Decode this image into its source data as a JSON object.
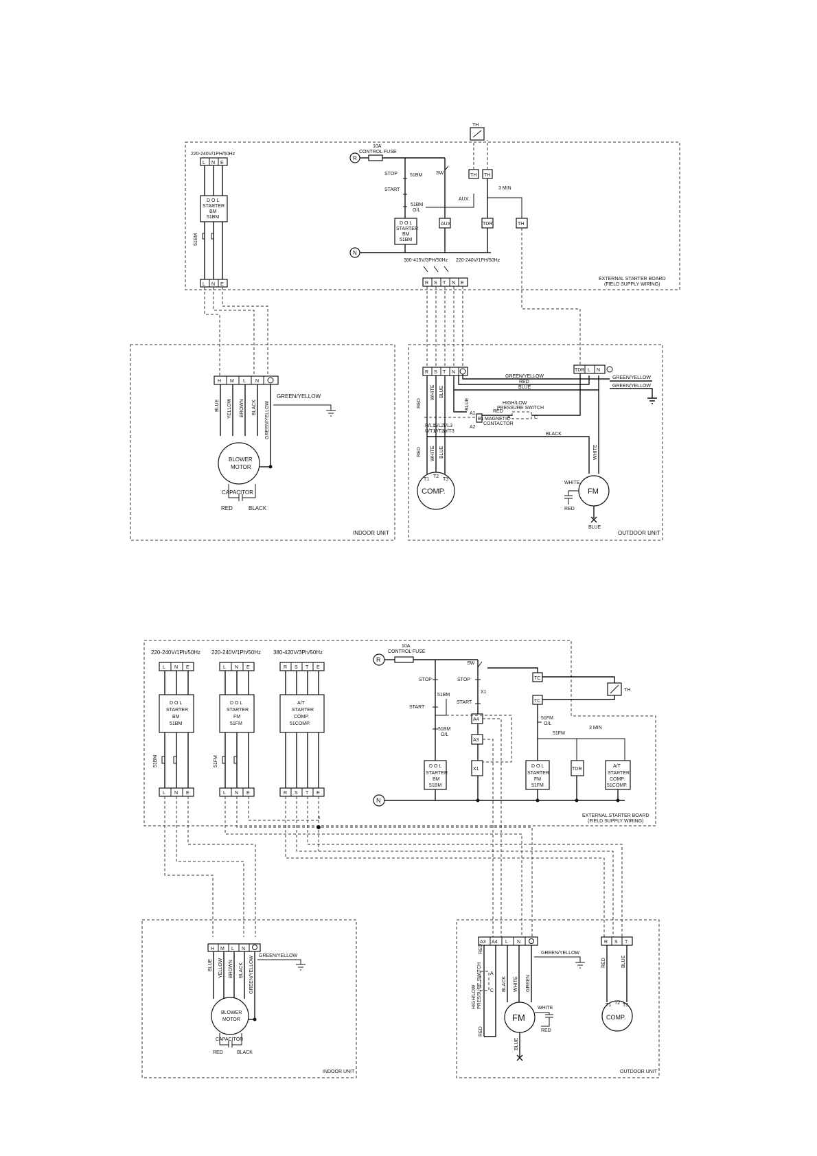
{
  "d1": {
    "supply_ind": "220-240V/1PH/50Hz",
    "lne": [
      "L",
      "N",
      "E"
    ],
    "dol_bm": [
      "D O L",
      "STARTER",
      "BM",
      "51BM"
    ],
    "sw51bm": "51BM",
    "fuse_amp": "10A",
    "fuse_label": "CONTROL FUSE",
    "r_node": "R",
    "n_node": "N",
    "stop": "STOP",
    "start": "START",
    "c51bm": "51BM",
    "ol51bm": [
      "51BM",
      "O/L"
    ],
    "sw": "SW",
    "aux": "AUX.",
    "aux_box": "AUX",
    "th": "TH",
    "tdr": "TDR",
    "min3": "3 MIN",
    "supply3ph": "380-415V/3PH/50Hz",
    "supply1ph": "220-240V/1PH/50Hz",
    "rstne": [
      "R",
      "S",
      "T",
      "N",
      "E"
    ],
    "ext_board": [
      "EXTERNAL STARTER BOARD",
      "(FIELD SUPPLY WIRING)"
    ],
    "indoor_terms": [
      "H",
      "M",
      "L",
      "N"
    ],
    "wires_indoor": [
      "BLUE",
      "YELLOW",
      "BROWN",
      "BLACK",
      "GREEN/YELLOW"
    ],
    "gy": "GREEN/YELLOW",
    "blower": [
      "BLOWER",
      "MOTOR"
    ],
    "capacitor": "CAPACITOR",
    "red": "RED",
    "black": "BLACK",
    "indoor_unit": "INDOOR UNIT",
    "outdoor_unit": "OUTDOOR UNIT",
    "out_terms": [
      "R",
      "S",
      "T",
      "N"
    ],
    "out_terms2": [
      "TDR",
      "L",
      "N"
    ],
    "gy_out": [
      "GREEN/YELLOW",
      "RED",
      "BLUE"
    ],
    "gy_out2": [
      "GREEN/YELLOW",
      "GREEN/YELLOW"
    ],
    "hl_switch": [
      "HIGH/LOW",
      "PRESSURE SWITCH"
    ],
    "mc": [
      "MAGNETIC",
      "CONTACTOR"
    ],
    "mc_terms": [
      "R/L1",
      "S/L2",
      "T/L3",
      "U/T1",
      "V/T2",
      "W/T3",
      "A1",
      "A2"
    ],
    "wires_out": [
      "RED",
      "WHITE",
      "BLUE",
      "BLUE",
      "RED",
      "RED",
      "BLACK",
      "WHITE"
    ],
    "comp": "COMP.",
    "fm": "FM",
    "t123": [
      "T1",
      "T2",
      "T3"
    ],
    "white": "WHITE",
    "blue": "BLUE",
    "hl_ac": [
      "A",
      "C"
    ],
    "bz": [
      "B1",
      "B2"
    ]
  },
  "d2": {
    "supplies": [
      "220-240V/1Ph/50Hz",
      "220-240V/1Ph/50Hz",
      "380-420V/3Ph/50Hz"
    ],
    "lne": [
      "L",
      "N",
      "E"
    ],
    "rste": [
      "R",
      "S",
      "T",
      "E"
    ],
    "dol_bm": [
      "D O L",
      "STARTER",
      "BM",
      "51BM"
    ],
    "dol_fm": [
      "D O L",
      "STARTER",
      "FM",
      "51FM"
    ],
    "at_comp": [
      "A/T",
      "STARTER",
      "COMP.",
      "51COMP."
    ],
    "sw51bm": "51BM",
    "sw51fm": "51FM",
    "fuse_amp": "10A",
    "fuse_label": "CONTROL FUSE",
    "r_node": "R",
    "n_node": "N",
    "stop": "STOP",
    "start": "START",
    "c51bm": "51BM",
    "ol51bm": [
      "51BM",
      "O/L"
    ],
    "ol51fm": [
      "51FM",
      "O/L"
    ],
    "sw": "SW",
    "x1": "X1",
    "a4": "A4",
    "a3": "A3",
    "tc": "TC",
    "th": "TH",
    "c51fm": "51FM",
    "min3": "3 MIN",
    "tdr": "TDR",
    "ext_board": [
      "EXTERNAL STARTER BOARD",
      "(FIELD SUPPLY WIRING)"
    ],
    "indoor_terms": [
      "H",
      "M",
      "L",
      "N"
    ],
    "wires_indoor": [
      "BLUE",
      "YELLOW",
      "BROWN",
      "BLACK",
      "GREEN/YELLOW"
    ],
    "gy": "GREEN/YELLOW",
    "blower": [
      "BLOWER",
      "MOTOR"
    ],
    "capacitor": "CAPACITOR",
    "red": "RED",
    "black": "BLACK",
    "indoor_unit": "INDOOR UNIT",
    "outdoor_unit": "OUTDOOR UNIT",
    "out_terms": [
      "A3",
      "A4",
      "L",
      "N"
    ],
    "comp_terms": [
      "R",
      "S",
      "T"
    ],
    "hl_switch": [
      "HIGH/LOW",
      "PRESSURE SWITCH"
    ],
    "hl_ac": [
      "A",
      "C"
    ],
    "wires_fm": [
      "BLACK",
      "WHITE",
      "GREEN"
    ],
    "white": "WHITE",
    "blue": "BLUE",
    "fm": "FM",
    "comp": "COMP.",
    "t123": [
      "T1",
      "T2",
      "T3"
    ],
    "wires_comp": [
      "RED",
      "BLUE"
    ]
  }
}
